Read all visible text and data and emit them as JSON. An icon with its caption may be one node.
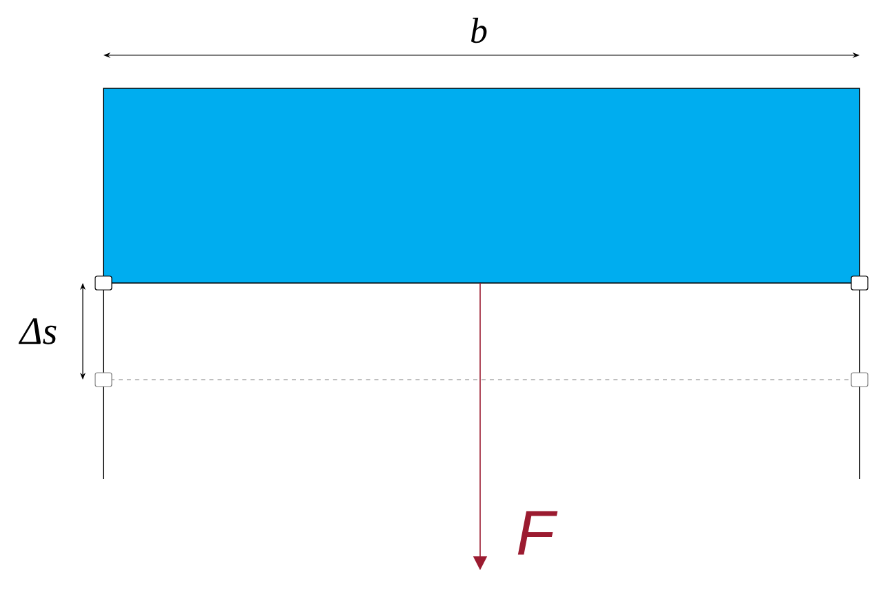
{
  "diagram": {
    "nodes": [
      {
        "text": [],
        "shape": "box"
      }
    ],
    "labels": [
      "b",
      "Δs",
      "F"
    ]
  }
}
